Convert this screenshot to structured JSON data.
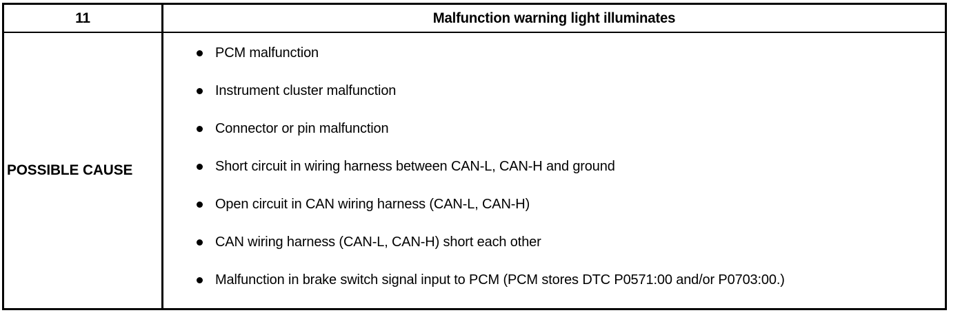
{
  "document": {
    "type": "service-manual-symptom-table",
    "background_color": "#ffffff",
    "text_color": "#000000",
    "border_color": "#000000"
  },
  "table": {
    "header": {
      "item_number": "11",
      "symptom_title": "Malfunction warning light illuminates"
    },
    "row": {
      "label": "POSSIBLE CAUSE",
      "causes": [
        {
          "bullet": "bullet-dot",
          "text": "PCM malfunction"
        },
        {
          "bullet": "bullet-dot",
          "text": "Instrument cluster malfunction"
        },
        {
          "bullet": "bullet-dot",
          "text": "Connector or pin malfunction"
        },
        {
          "bullet": "bullet-dot",
          "text": "Short circuit in wiring harness between CAN-L, CAN-H and ground"
        },
        {
          "bullet": "bullet-dot",
          "text": "Open circuit in CAN wiring harness (CAN-L, CAN-H)"
        },
        {
          "bullet": "bullet-dot",
          "text": "CAN wiring harness (CAN-L, CAN-H) short each other"
        },
        {
          "bullet": "bullet-dot",
          "text": "Malfunction in brake switch signal input to PCM (PCM stores DTC P0571:00 and/or P0703:00.)"
        }
      ]
    }
  }
}
